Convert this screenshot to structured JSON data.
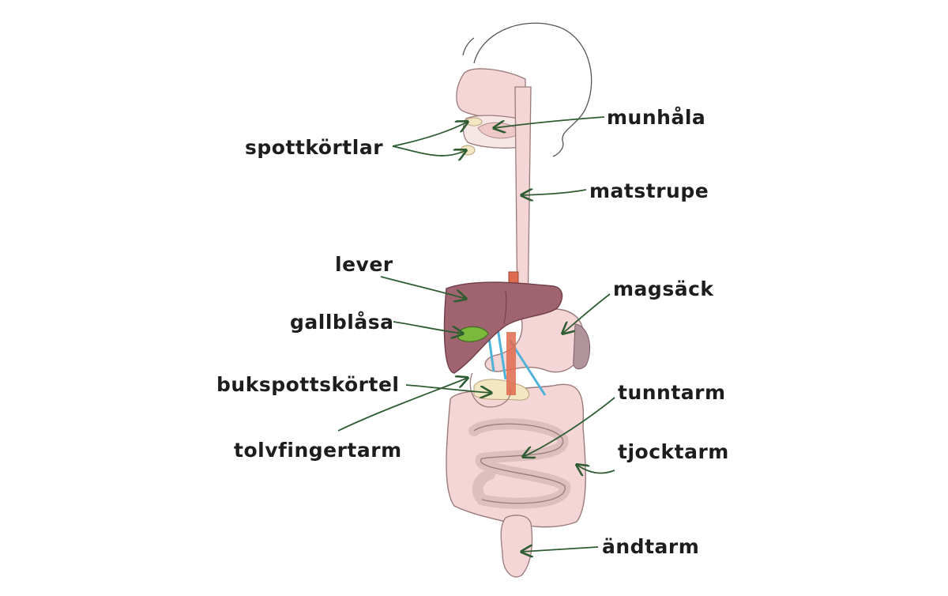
{
  "labels": {
    "spottkortlar": "spottkörtlar",
    "munhala": "munhåla",
    "matstrupe": "matstrupe",
    "lever": "lever",
    "magsack": "magsäck",
    "gallblasa": "gallblåsa",
    "bukspottskortel": "bukspottskörtel",
    "tunntarm": "tunntarm",
    "tolvfingertarm": "tolvfingertarm",
    "tjocktarm": "tjocktarm",
    "andtarm": "ändtarm"
  },
  "colors": {
    "arrow": "#2f5d33",
    "organ_pink": "#f4d6d6",
    "organ_outline": "#9b7a7a",
    "liver": "#a06470",
    "gallbladder": "#7cb83b",
    "vessel_blue": "#4fb3d9",
    "aorta": "#e06a4d",
    "pancreas": "#f3e6c3"
  }
}
